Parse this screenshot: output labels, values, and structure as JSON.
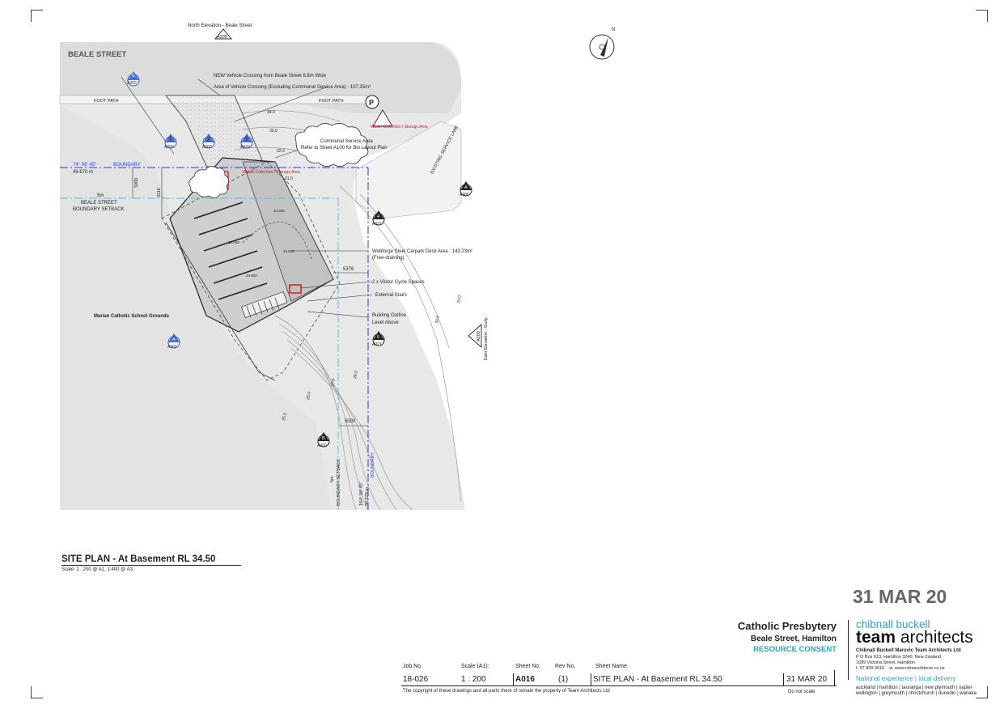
{
  "plan": {
    "street_name": "BEALE STREET",
    "north_elevation_label": "North Elevation - Beale Street",
    "north_elevation_ref": "A200",
    "foot_path_label": "FOOT PATH",
    "vehicle_crossing_note": "NEW Vehicle Crossing from Beale Street 6.8m Wide",
    "vehicle_area_note": "Area of Vehicle Crossing (Excluding Communal Service Area) : 107.35m²",
    "waste_note": "Waste Collection / Storage Area",
    "waste_note_2": "Waste Collection / Storage Area",
    "communal_note_1": "Communal Service Area",
    "communal_note_2": "Refer to Sheet A100 for Bin Layout Plan",
    "service_lane": "EXISTING SERVICE LANE",
    "boundary_bearing": "74° 08' 45\"",
    "boundary_length": "49.670 m",
    "boundary_label": "BOUNDARY",
    "setback_distance": "5m",
    "setback_label_1": "BEALE STREET",
    "setback_label_2": "BOUNDARY SETBACK",
    "dim_5000_top": "5000",
    "dim_3116": "3116",
    "carpark_note_1": "Webforge Steel Carpark Deck Area : 143.23m²",
    "carpark_note_2": "(Free-draining)",
    "dim_5376": "5376",
    "cycle_note": "2 x Visitor Cycle Spaces",
    "stairs_note": "External Stairs",
    "outline_note_1": "Building Outline",
    "outline_note_2": "Level Above",
    "school_grounds": "Marian Catholic School Grounds",
    "dim_5000_bottom": "5000",
    "east_elevation_label": "East Elevation - Gully",
    "east_elevation_ref": "A200",
    "boundary_setback_vertical": "BOUNDARY SETBACK",
    "boundary_vertical": "BOUNDARY",
    "setback_5m_vertical": "5m",
    "bearing_vertical": "164° 08' 45\"",
    "length_vertical": "34.920 m",
    "parking_symbol": "P",
    "north_symbol": "N",
    "section_markers": [
      {
        "id": "B",
        "ref": "A300"
      },
      {
        "id": "1",
        "ref": "A200"
      },
      {
        "id": "2",
        "ref": "A200"
      },
      {
        "id": "3",
        "ref": "A020"
      },
      {
        "id": "A",
        "ref": "A300"
      },
      {
        "id": "4",
        "ref": "A021"
      },
      {
        "id": "A",
        "ref": "A300"
      },
      {
        "id": "5",
        "ref": "A021"
      },
      {
        "id": "B",
        "ref": "A300"
      }
    ],
    "contours": [
      "34.0",
      "33.0",
      "32.0",
      "31.0",
      "30.0",
      "29.0",
      "28.0",
      "27.0",
      "26.0",
      "25.0"
    ],
    "levels": [
      "34.500",
      "34.500",
      "34.500",
      "34.500"
    ]
  },
  "drawing_title": "SITE PLAN -  At Basement RL 34.50",
  "drawing_scale": "Scale:  1 : 200 @ A1, 1:400 @ A3",
  "date_large": "31 MAR 20",
  "project": {
    "name": "Catholic Presbytery",
    "address": "Beale Street, Hamilton",
    "status": "RESOURCE CONSENT"
  },
  "title_block": {
    "job_no_label": "Job No.",
    "job_no": "18-026",
    "scale_label": "Scale (A1):",
    "scale": "1 : 200",
    "sheet_no_label": "Sheet No.",
    "sheet_no": "A016",
    "rev_no_label": "Rev No.",
    "rev_no": "(1)",
    "sheet_name_label": "Sheet Name.",
    "sheet_name": "SITE PLAN - At Basement RL 34.50",
    "date": "31 MAR 20",
    "copyright": "The copyright of these drawings and all parts there of remain the property of Team Architects Ltd",
    "do_not_scale": "Do not scale"
  },
  "firm": {
    "line1": "chibnall buckell",
    "line2_bold": "team",
    "line2_rest": " architects",
    "company": "Chibnall Buckell Marovic Team Architects Ltd",
    "address1": "P O Box 913, Hamilton 3240, New Zealand",
    "address2": "1089 Victoria Street, Hamilton",
    "phone": "t. 07 839 9016",
    "web": "w. www.cbmarchitects.co.nz",
    "tagline": "National experience | local delivery",
    "offices1": "auckland | hamilton | tauranga | new plymouth | napier",
    "offices2": "wellington | greymouth | christchurch | dunedin | wanaka"
  },
  "colors": {
    "teal": "#2aa3bd",
    "boundary_blue": "#2a3bd6",
    "setback_cyan": "#55b8e0",
    "marker_blue": "#2d55c8",
    "warning_red": "#dd1111"
  }
}
